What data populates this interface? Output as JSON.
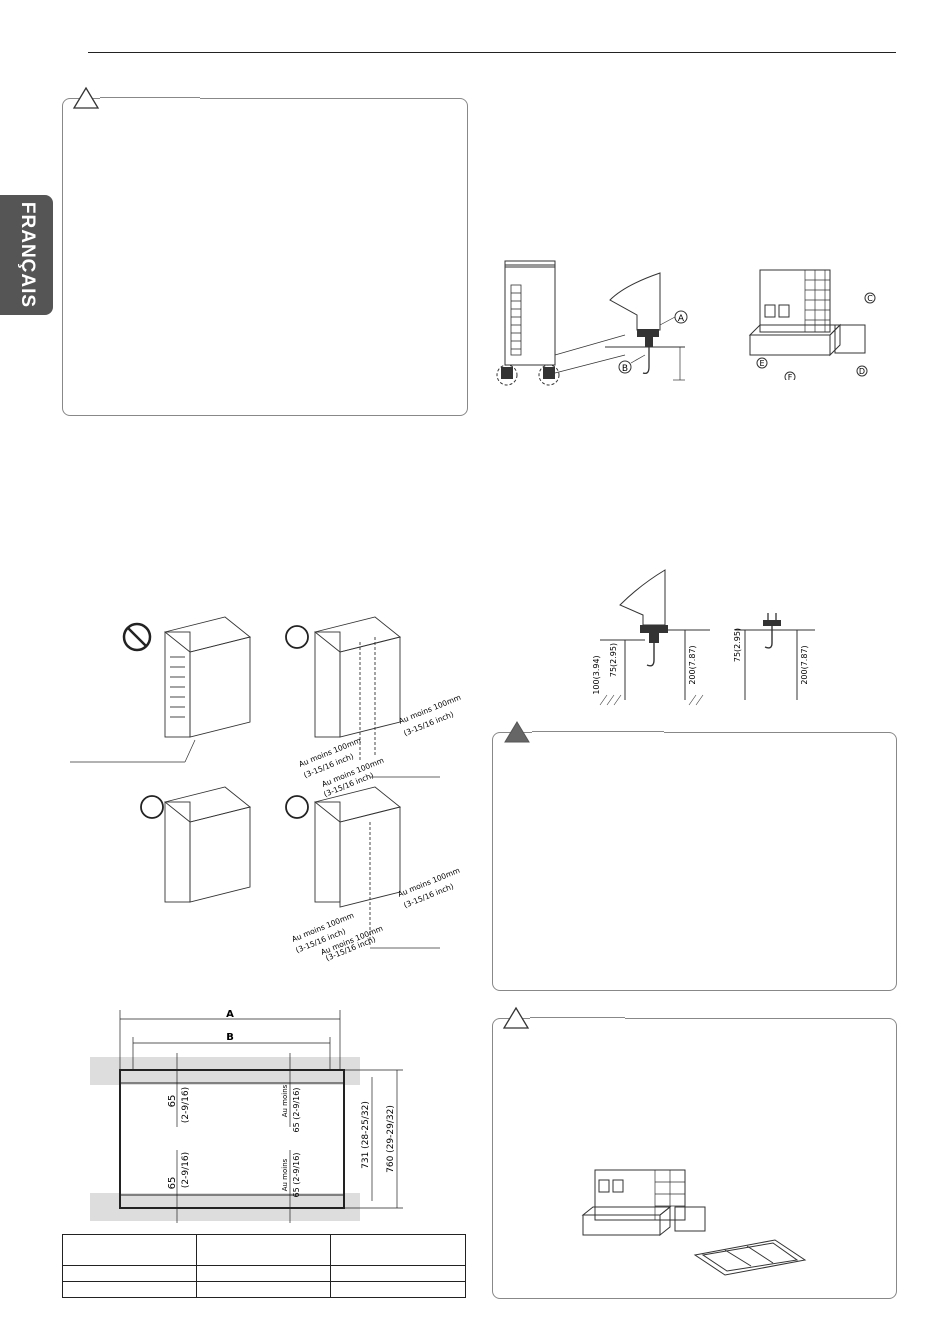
{
  "sidebar": {
    "language_tab": "FRANÇAIS"
  },
  "figures": {
    "foundation": {
      "label_a": "A",
      "label_b": "B",
      "label_c": "C",
      "label_d": "D",
      "label_e": "E",
      "label_f": "F"
    },
    "bolt_depths": {
      "d100": "100(3.94)",
      "d75": "75(2.95)",
      "d200": "200(7.87)",
      "d75b": "75(2.95)",
      "d200b": "200(7.87)"
    },
    "clearance": {
      "side_a": "Au moins 100mm",
      "side_a_inch": "(3-15/16 inch)",
      "side_b": "Au moins 100mm",
      "side_b_inch": "(3-15/16 inch)",
      "side_c": "Au moins 100mm",
      "side_c_inch": "(3-15/16 inch)",
      "side_d": "Au moins 100mm",
      "side_d_inch": "(3-15/16 inch)",
      "side_e": "Au moins 100mm",
      "side_e_inch": "(3-15/16 inch)",
      "side_f": "Au moins 100mm",
      "side_f_inch": "(3-15/16 inch)"
    },
    "plan": {
      "dim_a": "A",
      "dim_b": "B",
      "d65_top_left": "65",
      "d65_top_left_inch": "(2-9/16)",
      "d65_bot_left": "65",
      "d65_bot_left_inch": "(2-9/16)",
      "au_moins_top": "Au moins",
      "d65_top_right": "65 (2-9/16)",
      "au_moins_bot": "Au moins",
      "d65_bot_right": "65 (2-9/16)",
      "d731": "731 (28-25/32)",
      "d760": "760 (29-29/32)"
    }
  }
}
